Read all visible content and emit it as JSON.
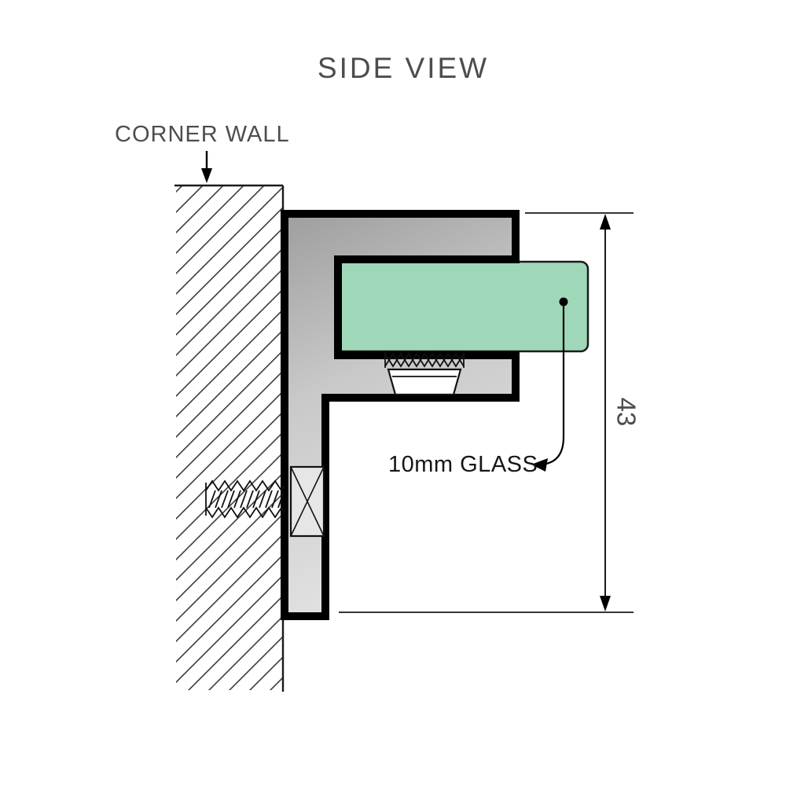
{
  "title": "SIDE VIEW",
  "labels": {
    "corner_wall": "CORNER WALL",
    "glass_note": "10mm GLASS",
    "dimension_value": "43"
  },
  "colors": {
    "glass": "#9fd8b8",
    "metal_dark": "#9e9e9e",
    "metal_mid": "#c9c9c9",
    "metal_light": "#e2e2e2",
    "outline": "#000000",
    "text_gray": "#4d4d4d",
    "text_dark": "#161616"
  },
  "arrows": {
    "corner_wall_pointer": "down-arrow-icon",
    "glass_leader": "curved-leader-arrow-icon",
    "dimension": "double-ended-dimension-arrow-icon"
  }
}
